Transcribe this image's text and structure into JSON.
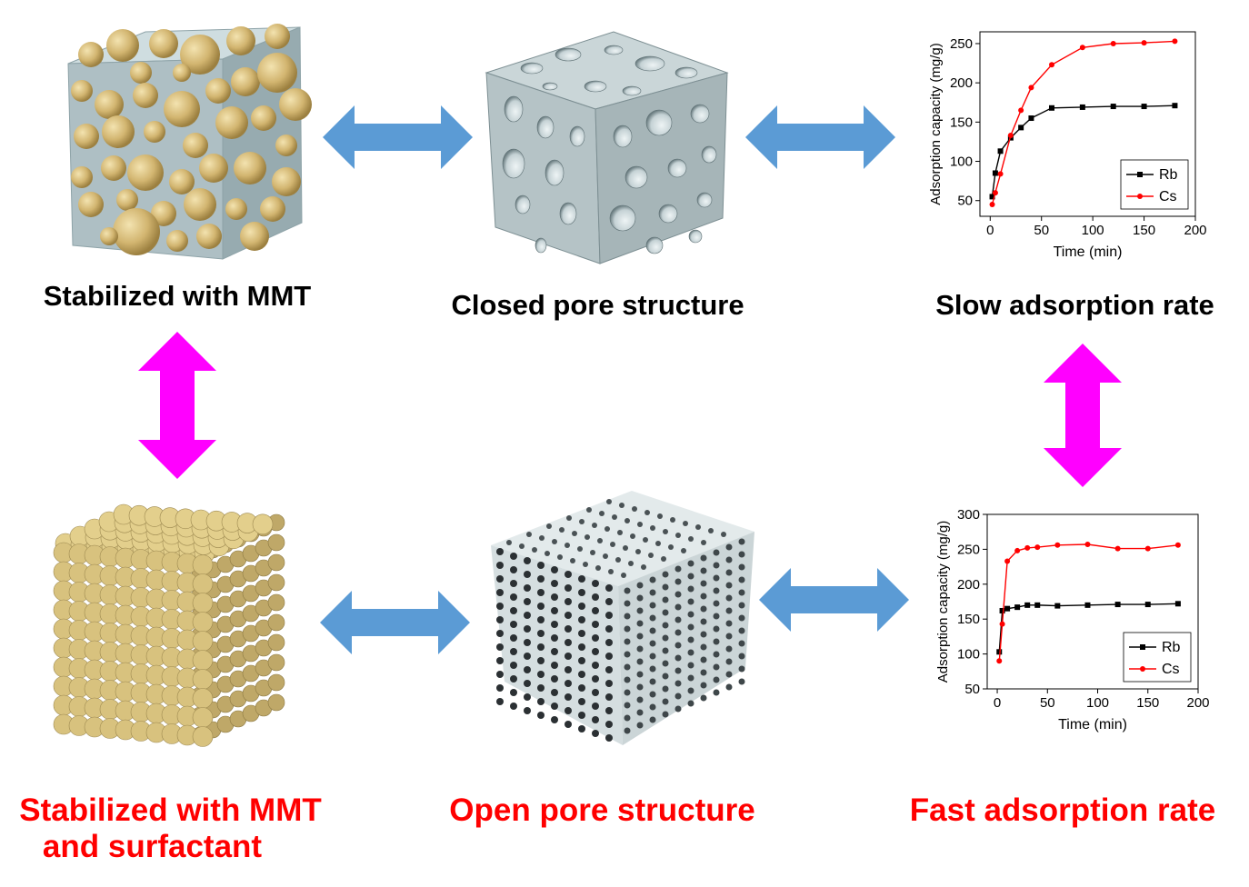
{
  "labels": {
    "top_left": "Stabilized with MMT",
    "top_middle": "Closed pore structure",
    "top_right": "Slow adsorption rate",
    "bottom_left_line1": "Stabilized with MMT",
    "bottom_left_line2": "and surfactant",
    "bottom_middle": "Open pore structure",
    "bottom_right": "Fast adsorption rate"
  },
  "colors": {
    "blue_arrow": "#5b9bd5",
    "magenta_arrow": "#ff00ff",
    "cube_gray": "#b9c9cc",
    "sphere_gold": "#d9c07a",
    "red_label": "#ff0000",
    "rb_series": "#000000",
    "cs_series": "#ff0000"
  },
  "chart_data": [
    {
      "type": "line",
      "xlabel": "Time (min)",
      "ylabel": "Adsorption capacity (mg/g)",
      "xlim": [
        -10,
        200
      ],
      "ylim": [
        30,
        265
      ],
      "xticks": [
        0,
        50,
        100,
        150,
        200
      ],
      "yticks": [
        50,
        100,
        150,
        200,
        250
      ],
      "legend_position": "bottom-right",
      "series": [
        {
          "name": "Rb",
          "color": "#000000",
          "marker": "square",
          "x": [
            2,
            5,
            10,
            20,
            30,
            40,
            60,
            90,
            120,
            150,
            180
          ],
          "y": [
            55,
            85,
            113,
            130,
            143,
            155,
            168,
            169,
            170,
            170,
            171
          ]
        },
        {
          "name": "Cs",
          "color": "#ff0000",
          "marker": "circle",
          "x": [
            2,
            5,
            10,
            20,
            30,
            40,
            60,
            90,
            120,
            150,
            180
          ],
          "y": [
            45,
            60,
            84,
            133,
            165,
            194,
            223,
            245,
            250,
            251,
            253
          ]
        }
      ]
    },
    {
      "type": "line",
      "xlabel": "Time (min)",
      "ylabel": "Adsorption capacity (mg/g)",
      "xlim": [
        -10,
        200
      ],
      "ylim": [
        50,
        300
      ],
      "xticks": [
        0,
        50,
        100,
        150,
        200
      ],
      "yticks": [
        50,
        100,
        150,
        200,
        250,
        300
      ],
      "legend_position": "bottom-right",
      "series": [
        {
          "name": "Rb",
          "color": "#000000",
          "marker": "square",
          "x": [
            2,
            5,
            10,
            20,
            30,
            40,
            60,
            90,
            120,
            150,
            180
          ],
          "y": [
            103,
            162,
            165,
            167,
            170,
            170,
            169,
            170,
            171,
            171,
            172
          ]
        },
        {
          "name": "Cs",
          "color": "#ff0000",
          "marker": "circle",
          "x": [
            2,
            5,
            10,
            20,
            30,
            40,
            60,
            90,
            120,
            150,
            180
          ],
          "y": [
            90,
            143,
            233,
            248,
            252,
            253,
            256,
            257,
            251,
            251,
            256
          ]
        }
      ]
    }
  ]
}
